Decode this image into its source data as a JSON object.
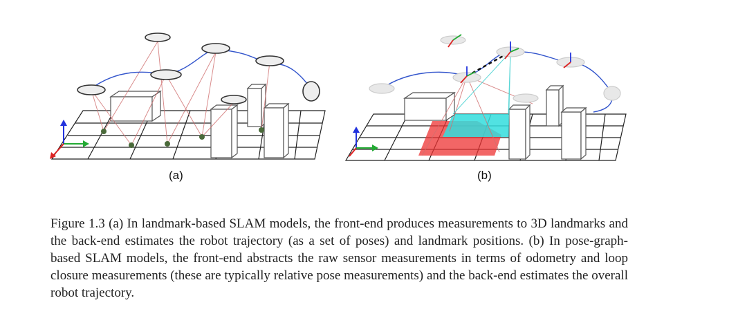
{
  "figure": {
    "panel_a_label": "(a)",
    "panel_b_label": "(b)",
    "caption": "Figure 1.3 (a) In landmark-based SLAM models, the front-end produces measurements to 3D landmarks and the back-end estimates the robot trajectory (as a set of poses) and landmark positions. (b) In pose-graph-based SLAM models, the front-end abstracts the raw sensor measurements in terms of odometry and loop closure measurements (these are typically relative pose measurements) and the back-end estimates the overall robot trajectory."
  },
  "colors": {
    "trajectory": "#3355cc",
    "measurement_line": "#d07070",
    "landmark": "#4a6a3a",
    "loop_closure_cyan": "#33dddd",
    "odometry_red": "#ee3333",
    "axis_x": "#22aa33",
    "axis_y": "#2233dd",
    "axis_z": "#dd2222"
  }
}
